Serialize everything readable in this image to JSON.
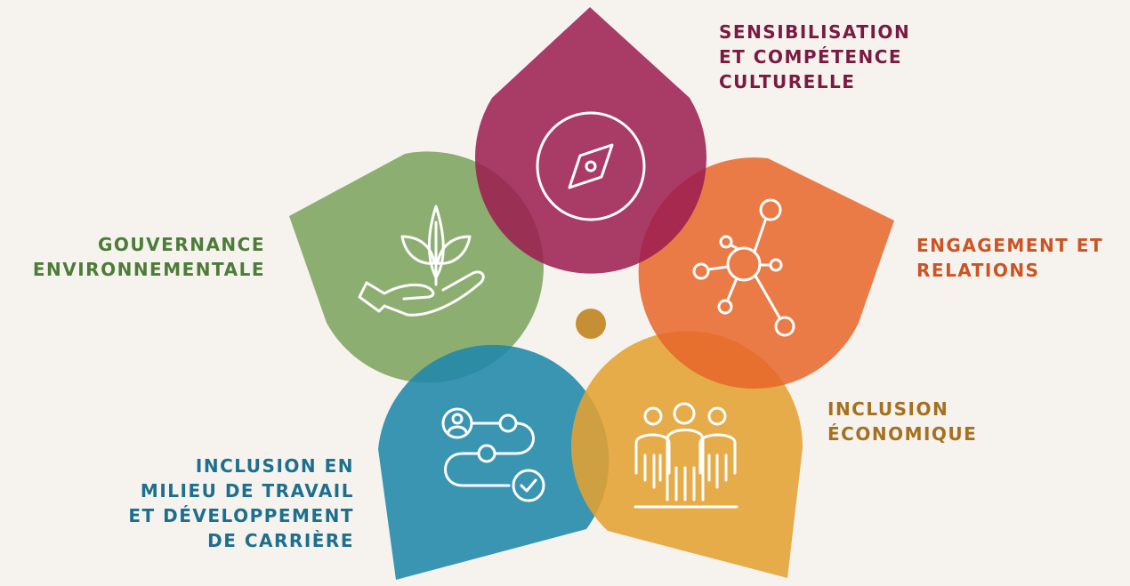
{
  "colors": {
    "background": "#f6f3ef",
    "crimson": "#9c1c50",
    "orange": "#e8672a",
    "gold": "#e4a232",
    "blue": "#1f87aa",
    "green": "#7da460",
    "center_dot": "#c78f33",
    "label_crimson": "#7b1a41",
    "label_orange": "#cc5423",
    "label_gold": "#a5701f",
    "label_blue": "#1d6f8d",
    "label_green": "#4c7c37"
  },
  "petals": [
    {
      "id": "sensibilisation",
      "icon": "compass-icon",
      "color": "crimson",
      "label_lines": [
        "SENSIBILISATION",
        "ET COMPÉTENCE",
        "CULTURELLE"
      ]
    },
    {
      "id": "engagement",
      "icon": "network-icon",
      "color": "orange",
      "label_lines": [
        "ENGAGEMENT ET",
        "RELATIONS"
      ]
    },
    {
      "id": "inclusion-economique",
      "icon": "people-group-icon",
      "color": "gold",
      "label_lines": [
        "INCLUSION",
        "ÉCONOMIQUE"
      ]
    },
    {
      "id": "inclusion-travail",
      "icon": "career-path-icon",
      "color": "blue",
      "label_lines": [
        "INCLUSION EN",
        "MILIEU DE TRAVAIL",
        "ET DÉVELOPPEMENT",
        "DE CARRIÈRE"
      ]
    },
    {
      "id": "gouvernance",
      "icon": "plant-in-hand-icon",
      "color": "green",
      "label_lines": [
        "GOUVERNANCE",
        "ENVIRONNEMENTALE"
      ]
    }
  ]
}
